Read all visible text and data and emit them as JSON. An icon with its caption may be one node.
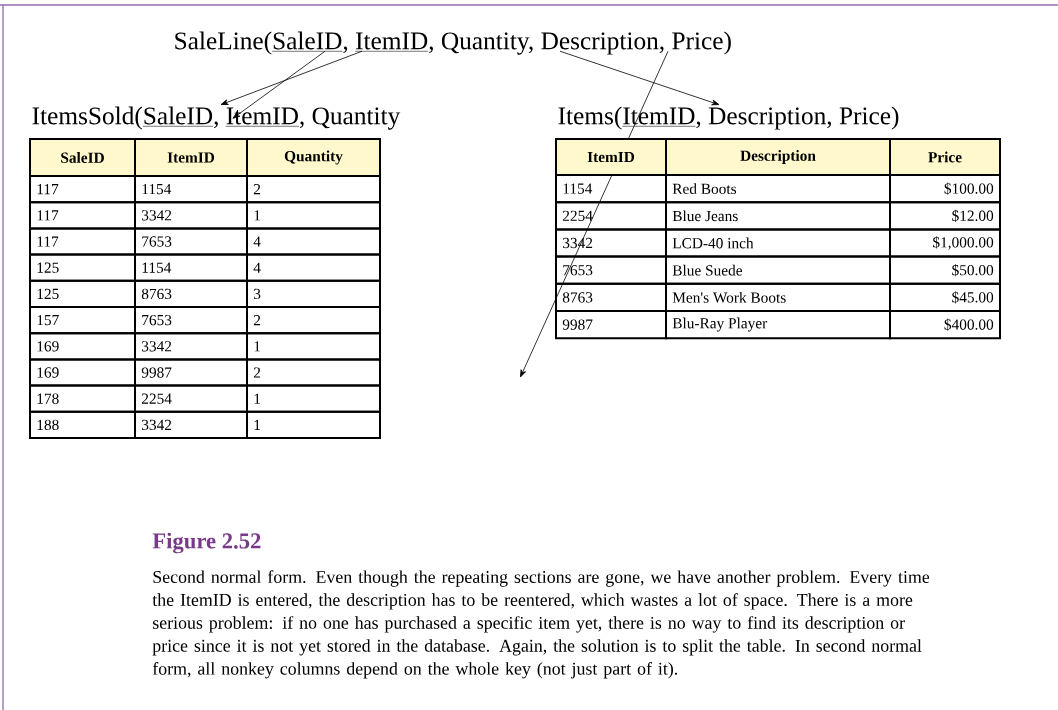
{
  "diagram": {
    "caption": "Second normal form. Even though the repeating sections are gone, we have another problem. Every time the ItemID is entered, the description has to be reentered, which wastes a lot of space. There is a more serious problem: if no one has purchased a specific item yet, there is no way to find its description or price since it is not yet stored in the database. Again, the solution is to split the table. In second normal form, all nonkey columns depend on the whole key (not just part of it).",
    "nodes": [
      {
        "text": [
          "SaleLine(",
          "SaleID",
          ",",
          "ItemID",
          ", Quantity, Description, Price)"
        ]
      },
      {
        "text": [
          "ItemsSold(",
          "SaleID",
          ",",
          "ItemID",
          ", Quantity"
        ]
      },
      {
        "text": [
          "Items(",
          "ItemID",
          ", Description, Price)"
        ]
      }
    ],
    "edges": [
      {
        "from": 0,
        "to": 1,
        "arrow": "to"
      },
      {
        "from": 0,
        "to": 1,
        "arrow": "to"
      },
      {
        "from": 0,
        "to": 2,
        "arrow": "to"
      },
      {
        "from": 0,
        "to": null,
        "arrow": "to"
      }
    ],
    "labels": [
      "SaleID",
      "ItemID",
      "Quantity",
      "117",
      "1154",
      "2",
      "117",
      "3342",
      "1",
      "117",
      "7653",
      "4",
      "125",
      "1154",
      "4",
      "125",
      "8763",
      "3",
      "157",
      "7653",
      "2",
      "169",
      "3342",
      "1",
      "169",
      "9987",
      "2",
      "178",
      "2254",
      "1",
      "188",
      "3342",
      "1",
      "ItemID",
      "Description",
      "Price",
      "1154",
      "Red Boots",
      "$100.00",
      "2254",
      "Blue Jeans",
      "$12.00",
      "3342",
      "LCD-40 inch",
      "$1,000.00",
      "7653",
      "Blue Suede",
      "$50.00",
      "8763",
      "Men's Work Boots",
      "$45.00",
      "9987",
      "Blu-Ray Player",
      "$400.00",
      "Figure 2.52"
    ]
  }
}
